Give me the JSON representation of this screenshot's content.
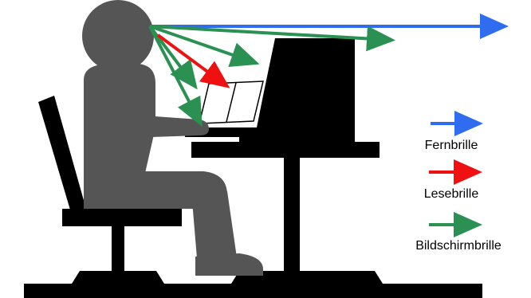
{
  "colors": {
    "person": "#555555",
    "furniture": "#000000",
    "far": "#2f6cf0",
    "reading": "#ef1111",
    "screen": "#2a9152",
    "paper": "#ffffff"
  },
  "legend": [
    {
      "key": "far",
      "label": "Fernbrille"
    },
    {
      "key": "reading",
      "label": "Lesebrille"
    },
    {
      "key": "screen",
      "label": "Bildschirmbrille"
    }
  ]
}
